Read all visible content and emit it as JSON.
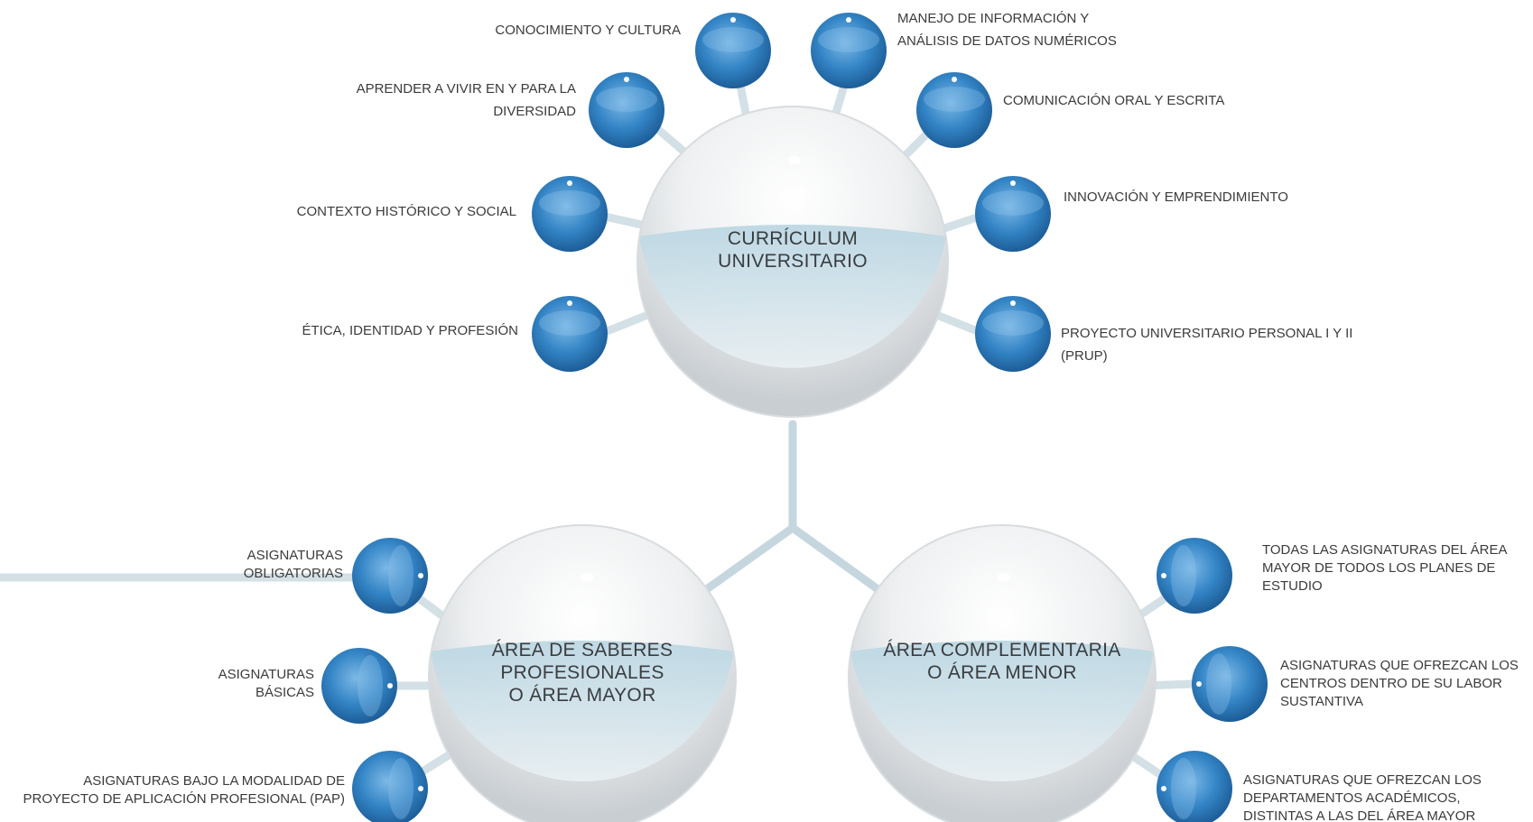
{
  "hubs": {
    "curriculum": {
      "label": "CURRÍCULUM\nUNIVERSITARIO"
    },
    "area_mayor": {
      "label": "ÁREA DE SABERES\nPROFESIONALES\nO ÁREA MAYOR"
    },
    "area_menor": {
      "label": "ÁREA COMPLEMENTARIA\nO ÁREA MENOR"
    }
  },
  "curriculum_nodes": [
    {
      "label": "CONOCIMIENTO Y CULTURA"
    },
    {
      "label": "MANEJO DE INFORMACIÓN Y\nANÁLISIS DE DATOS NUMÉRICOS"
    },
    {
      "label": "APRENDER A VIVIR EN Y PARA LA\nDIVERSIDAD"
    },
    {
      "label": "COMUNICACIÓN ORAL Y ESCRITA"
    },
    {
      "label": "CONTEXTO HISTÓRICO Y SOCIAL"
    },
    {
      "label": "INNOVACIÓN Y EMPRENDIMIENTO"
    },
    {
      "label": "ÉTICA, IDENTIDAD Y PROFESIÓN"
    },
    {
      "label": "PROYECTO UNIVERSITARIO PERSONAL I Y II\n(PRUP)"
    }
  ],
  "mayor_nodes": [
    {
      "label": "ASIGNATURAS\nOBLIGATORIAS"
    },
    {
      "label": "ASIGNATURAS\nBÁSICAS"
    },
    {
      "label": "ASIGNATURAS BAJO LA MODALIDAD DE\nPROYECTO DE APLICACIÓN PROFESIONAL (PAP)"
    }
  ],
  "menor_nodes": [
    {
      "label": "TODAS LAS ASIGNATURAS DEL ÁREA\nMAYOR DE TODOS LOS PLANES DE\nESTUDIO"
    },
    {
      "label": "ASIGNATURAS QUE OFREZCAN LOS\nCENTROS DENTRO DE SU LABOR\nSUSTANTIVA"
    },
    {
      "label": "ASIGNATURAS QUE OFREZCAN LOS\nDEPARTAMENTOS ACADÉMICOS,\nDISTINTAS A LAS DEL ÁREA MAYOR"
    }
  ],
  "colors": {
    "node_dark": "#1f5f98",
    "node_mid": "#3f8fce",
    "node_light": "#9fcdf0",
    "hub_top": "#f2f3f4",
    "hub_bottom": "#d3e4ec",
    "connector": "#c3d4dc",
    "text": "#3b3b3b"
  }
}
